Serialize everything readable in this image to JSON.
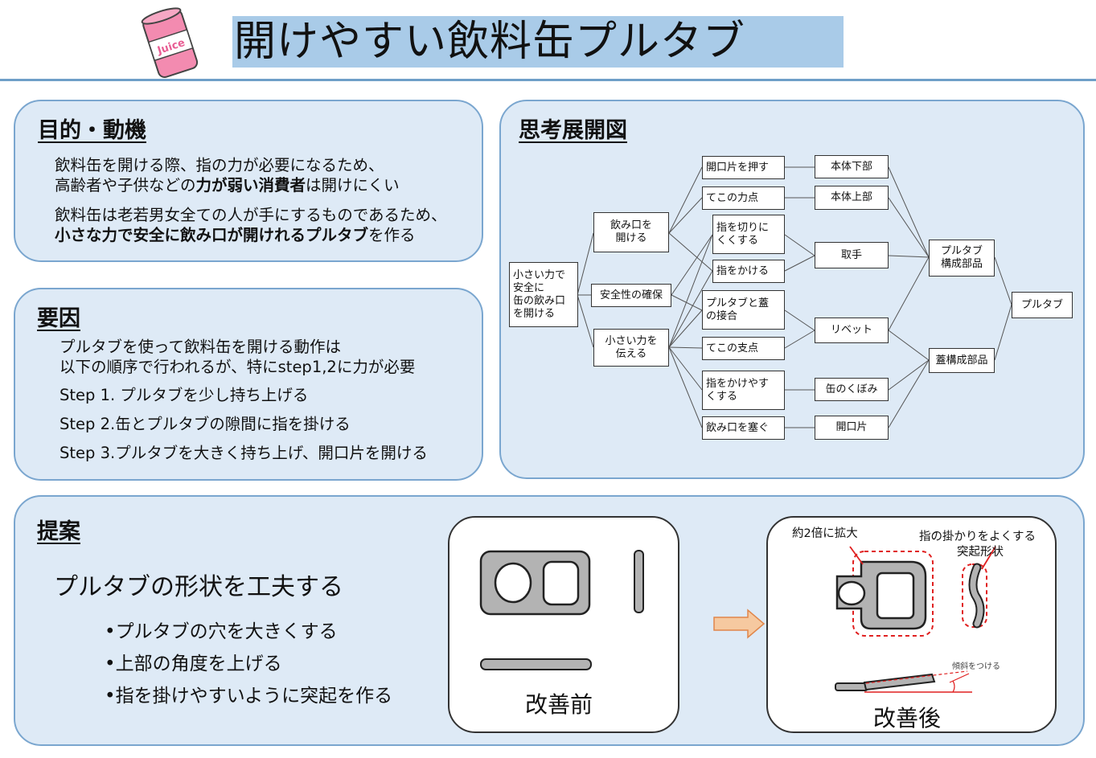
{
  "header": {
    "title": "開けやすい飲料缶プルタブ",
    "logo_text": "Juice",
    "logo_icon": "juice-can-icon"
  },
  "purpose": {
    "heading": "目的・動機",
    "line1": "飲料缶を開ける際、指の力が必要になるため、",
    "line2_pre": "高齢者や子供などの",
    "line2_bold": "力が弱い消費者",
    "line2_post": "は開けにくい",
    "line3": "飲料缶は老若男女全ての人が手にするものであるため、",
    "line4_bold": "小さな力で安全に飲み口が開けれるプルタブ",
    "line4_post": "を作る"
  },
  "factors": {
    "heading": "要因",
    "lines": [
      "プルタブを使って飲料缶を開ける動作は",
      "以下の順序で行われるが、特にstep1,2に力が必要",
      "Step 1. プルタブを少し持ち上げる",
      "Step 2.缶とプルタブの隙間に指を掛ける",
      "Step 3.プルタブを大きく持ち上げ、開口片を開ける"
    ]
  },
  "mindmap": {
    "heading": "思考展開図",
    "nodes": {
      "root": "小さい力で\n安全に\n缶の飲み口\nを開ける",
      "open": "飲み口を\n開ける",
      "safety": "安全性の確保",
      "transmit": "小さい力を\n伝える",
      "push": "開口片を押す",
      "lever_force": "てこの力点",
      "finger_cut": "指を切りに\nくくする",
      "finger_hook": "指をかける",
      "joint": "プルタブと蓋\nの接合",
      "fulcrum": "てこの支点",
      "easy_hook": "指をかけやす\nくする",
      "seal": "飲み口を塞ぐ",
      "body_lower": "本体下部",
      "body_upper": "本体上部",
      "handle": "取手",
      "rivet": "リベット",
      "dent": "缶のくぼみ",
      "opening": "開口片",
      "pulltab_parts": "プルタブ\n構成部品",
      "lid_parts": "蓋構成部品",
      "pulltab": "プルタブ"
    }
  },
  "proposal": {
    "heading": "提案",
    "main": "プルタブの形状を工夫する",
    "bullets": [
      "•プルタブの穴を大きくする",
      "•上部の角度を上げる",
      "•指を掛けやすいように突起を作る"
    ],
    "before_caption": "改善前",
    "after_caption": "改善後",
    "note_enlarge": "約2倍に拡大",
    "note_grip_1": "指の掛かりをよくする",
    "note_grip_2": "突起形状",
    "note_slope": "傾斜をつける"
  },
  "colors": {
    "panel_fill": "#deeaf6",
    "panel_border": "#7aa6cf",
    "title_fill": "#a9cbe8",
    "tab_gray": "#b3b3b3",
    "dashed_red": "#e02020",
    "arrow_orange": "#f6c9a0"
  }
}
